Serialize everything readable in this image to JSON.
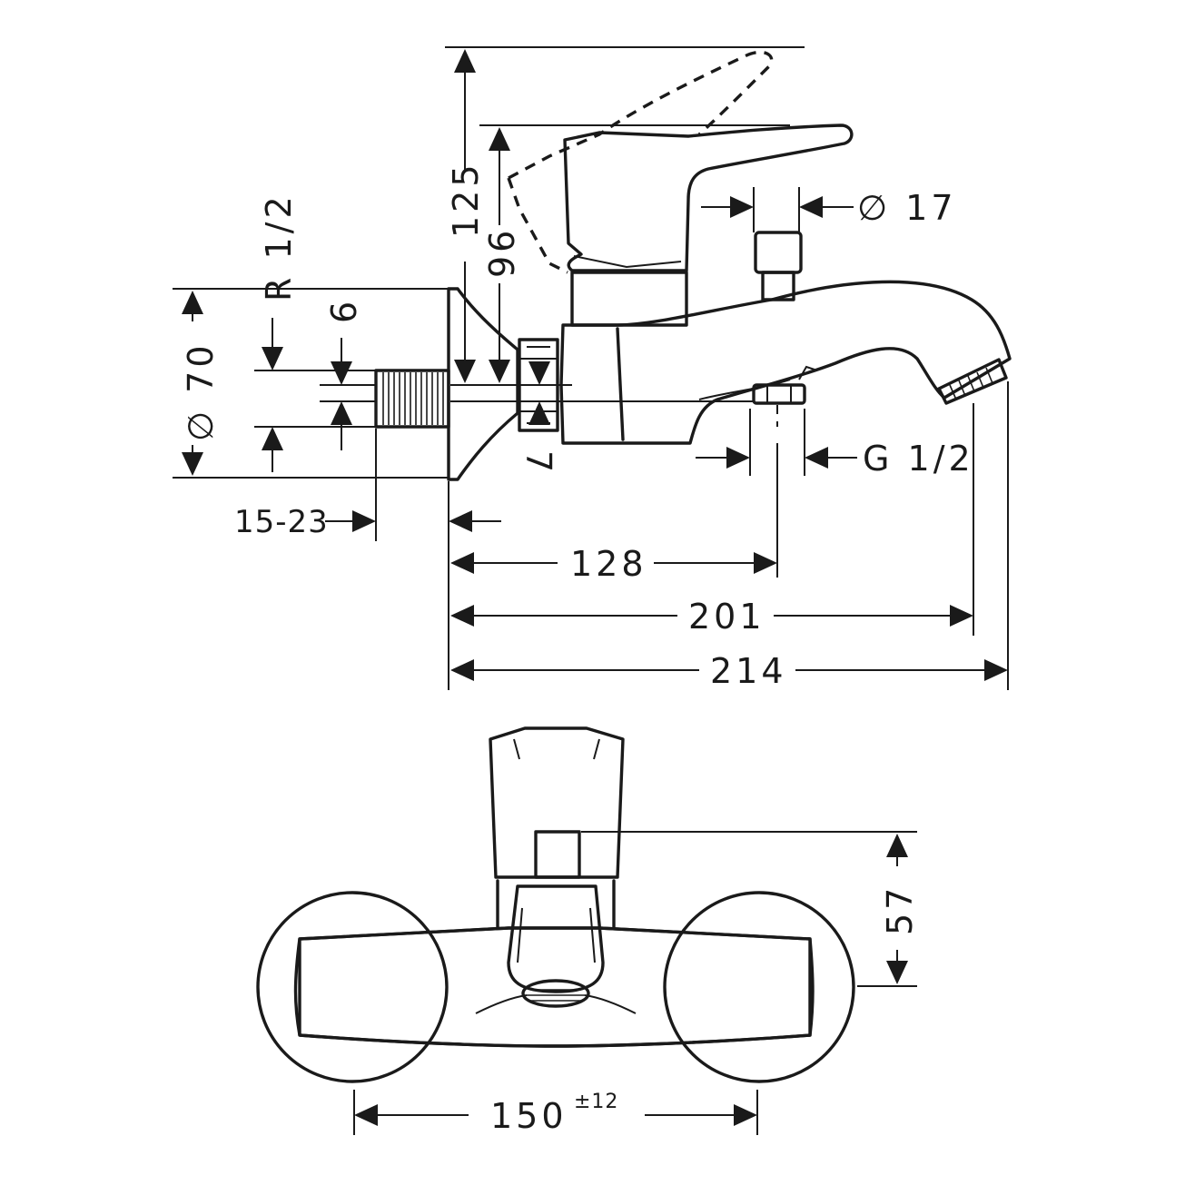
{
  "dimensions": {
    "height_total": "125",
    "height_handle": "96",
    "diameter_shower": "∅ 17",
    "thread_inlet": "R 1/2",
    "offset_upper": "6",
    "offset_lower": "7",
    "diameter_rosette": "∅ 70",
    "thread_outlet": "G 1/2",
    "inlet_depth": "15-23",
    "projection_outlet": "128",
    "projection_spout": "201",
    "projection_total": "214",
    "height_front": "57",
    "centers": "150",
    "centers_tolerance": "±12"
  },
  "colors": {
    "line": "#1a1a1a",
    "background": "#ffffff"
  }
}
